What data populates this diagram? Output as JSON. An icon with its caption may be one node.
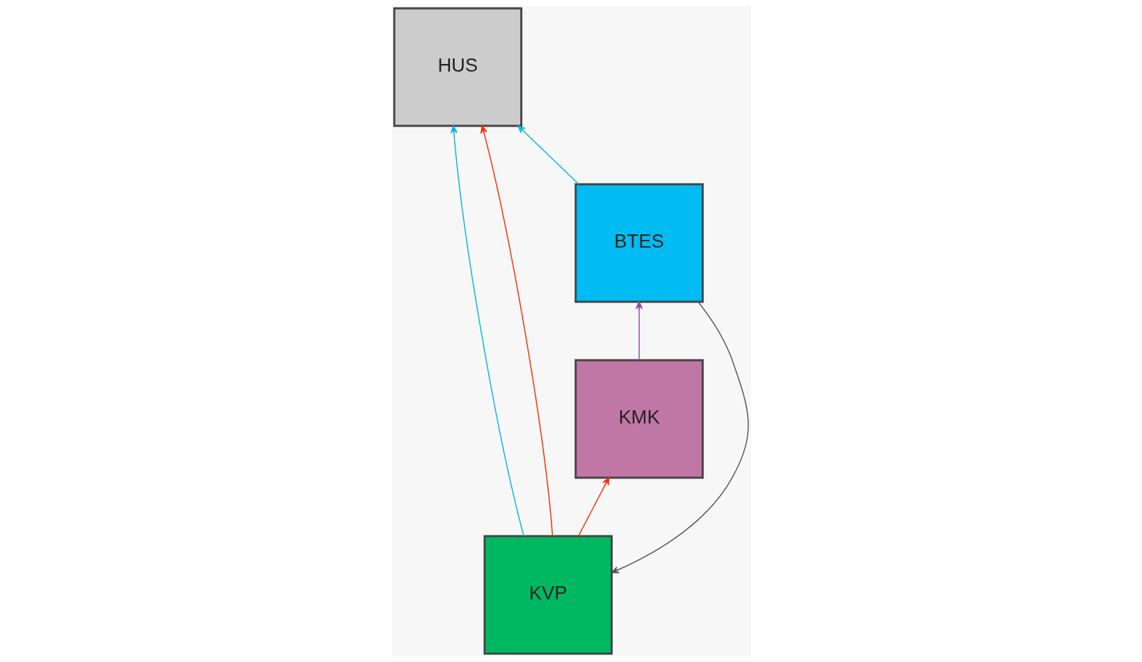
{
  "diagram": {
    "nodes": [
      {
        "text": [
          "HUS"
        ]
      },
      {
        "text": [
          "KMK"
        ]
      },
      {
        "text": [
          "KVP"
        ]
      },
      {
        "text": [
          "BTES"
        ]
      }
    ],
    "edges": [
      {
        "from": 3,
        "to": 0,
        "arrow": "to",
        "color": "#00b4ec"
      },
      {
        "from": 3,
        "to": 2,
        "arrow": "to",
        "color": "#555555"
      },
      {
        "from": 2,
        "to": 0,
        "arrow": "to",
        "color": "#00b4ec"
      },
      {
        "from": 2,
        "to": 0,
        "arrow": "to",
        "color": "#ff2a00"
      },
      {
        "from": 2,
        "to": 1,
        "arrow": "to",
        "color": "#ff2a00"
      },
      {
        "from": 1,
        "to": 3,
        "arrow": "to",
        "color": "#8a4ab0"
      }
    ]
  }
}
